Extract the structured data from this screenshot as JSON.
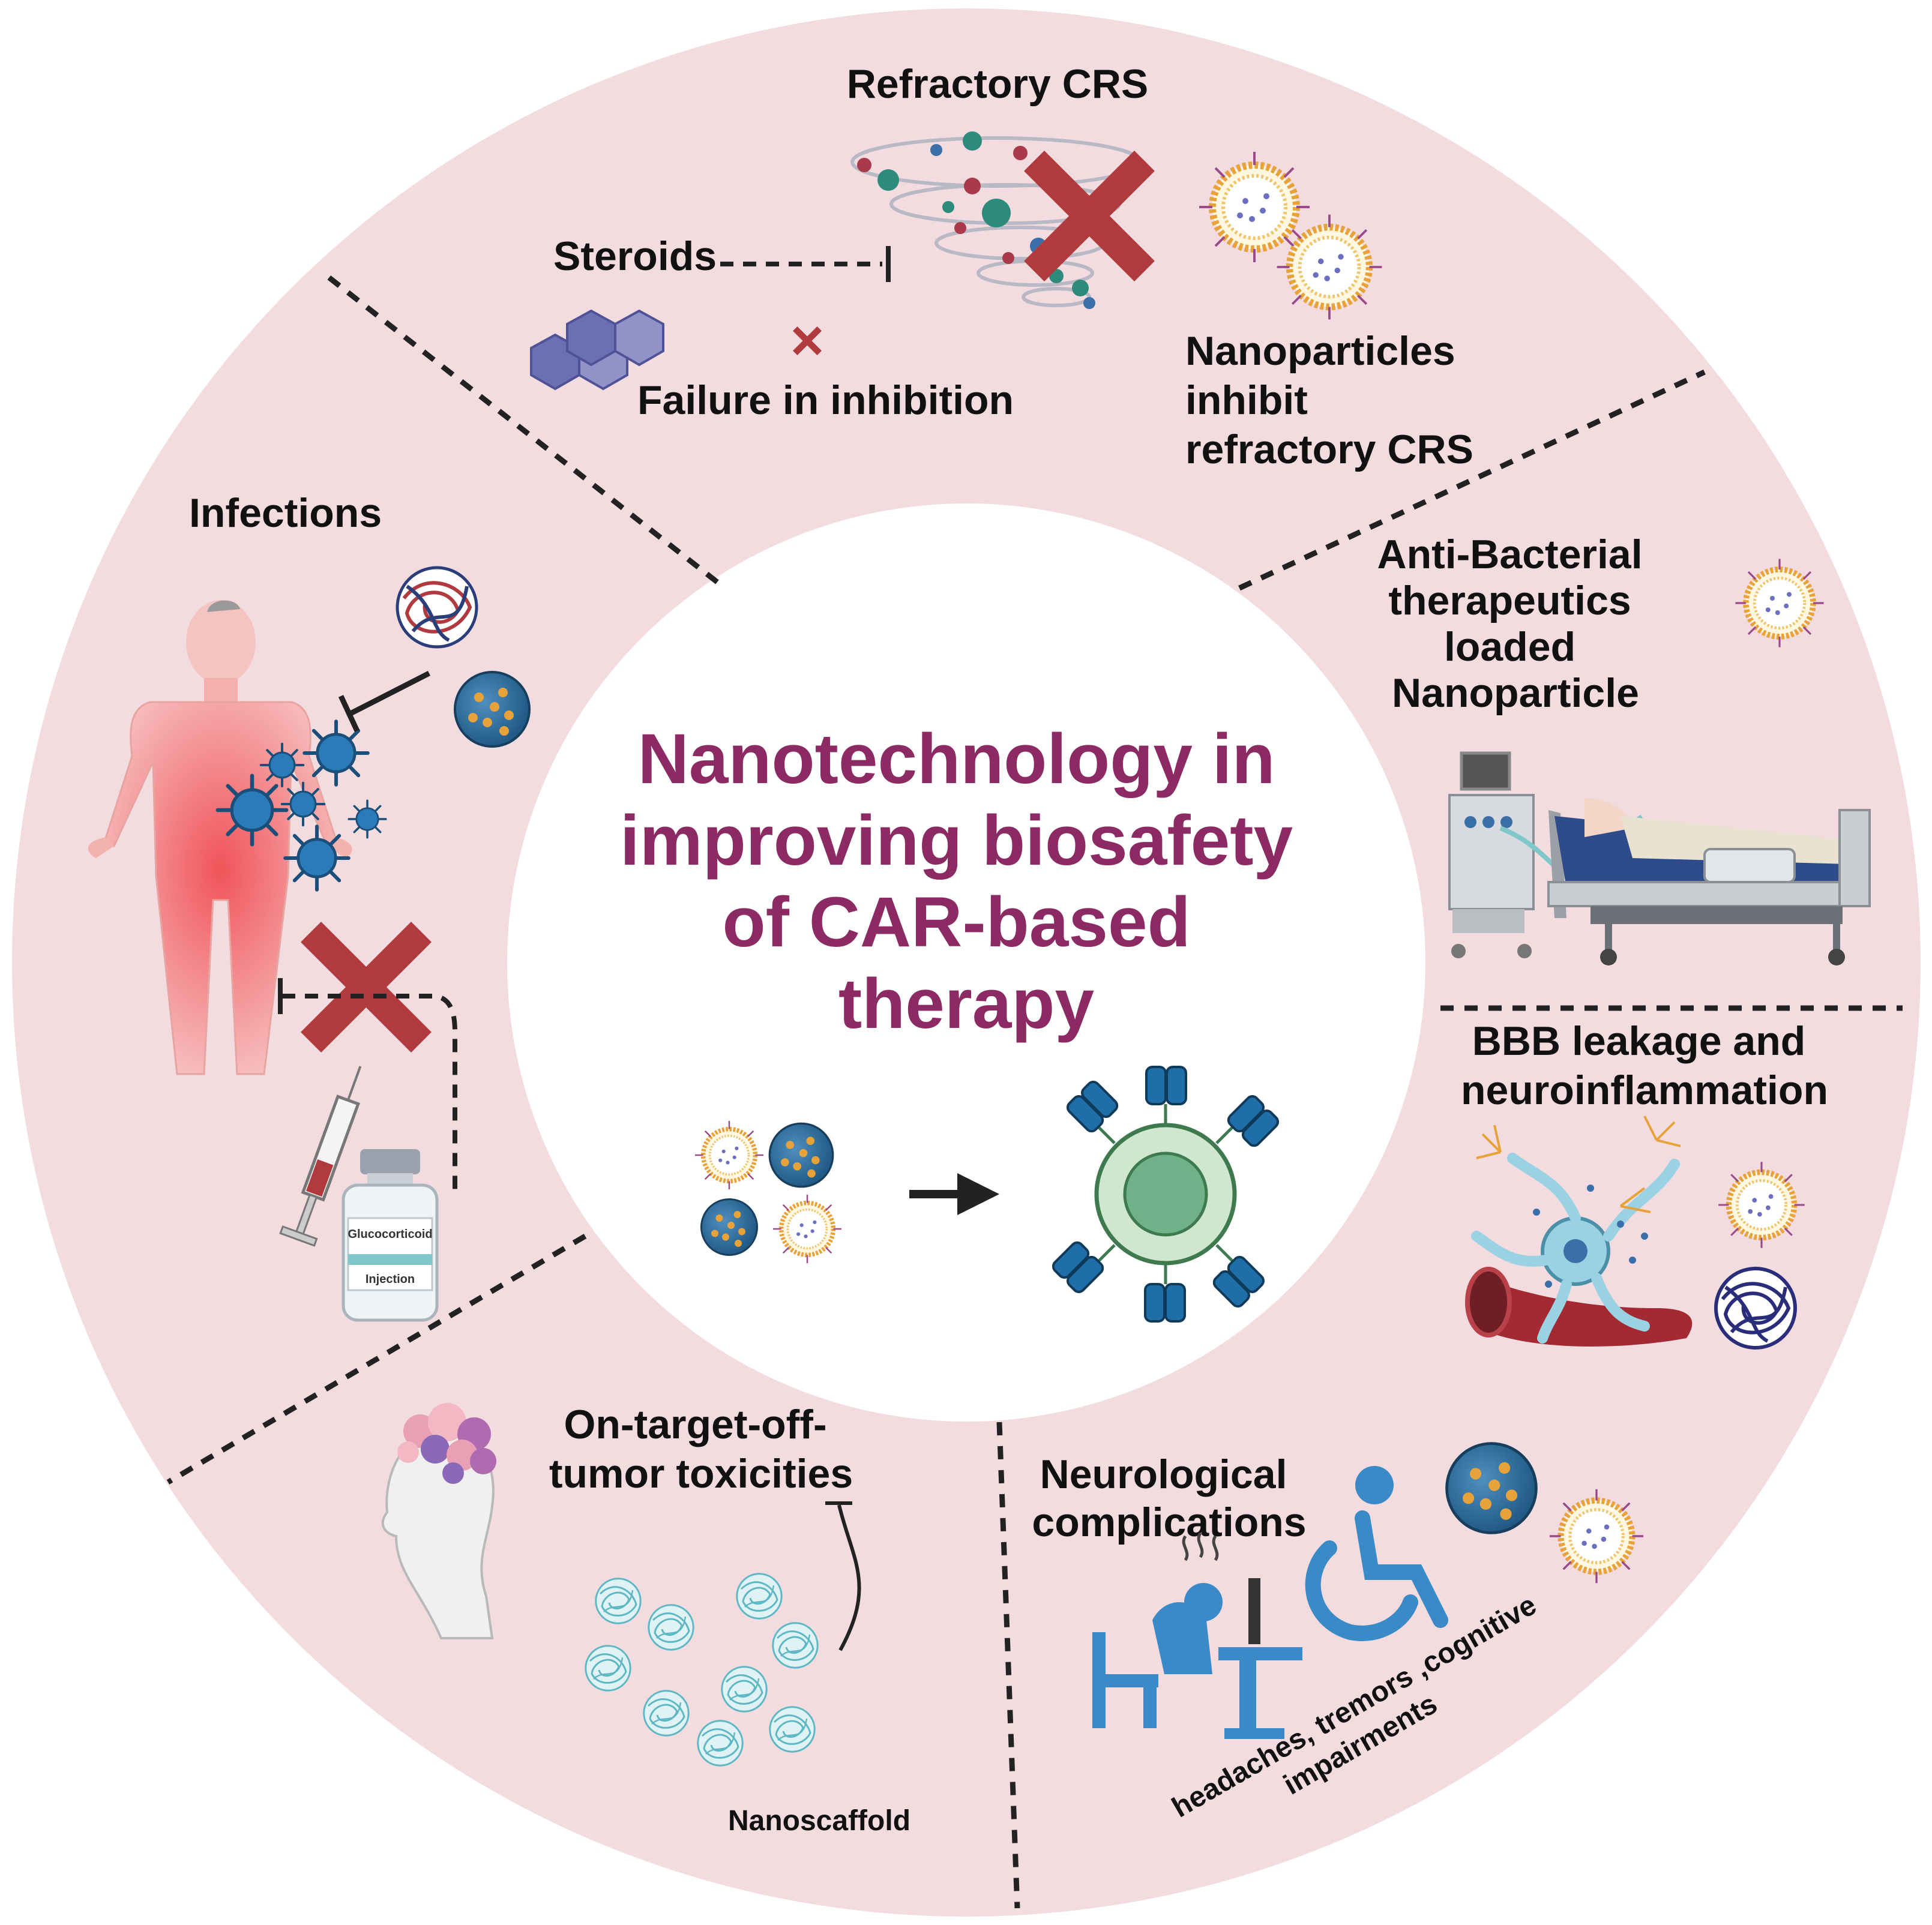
{
  "title": [
    "Nanotechnology in",
    "improving biosafety",
    "of CAR-based",
    "therapy"
  ],
  "colors": {
    "ring": "#f2dcdf",
    "title": "#8b2a63",
    "cross": "#b03a3e",
    "divider": "#222222",
    "nanoparticle_blue": "#2e6f9e",
    "nanoparticle_orange": "#e8a23a",
    "cell_green": "#7fbf8f"
  },
  "sections": {
    "refractory_crs": {
      "heading": "Refractory CRS",
      "steroids": "Steroids",
      "failure": "Failure in inhibition",
      "nanoparticles": [
        "Nanoparticles",
        "inhibit",
        "refractory CRS"
      ]
    },
    "infections": {
      "heading": "Infections",
      "vial_label": "Glucocorticoid",
      "vial_sub": "Injection"
    },
    "anti_bacterial": {
      "lines": [
        "Anti-Bacterial",
        "therapeutics",
        "loaded",
        "Nanoparticle"
      ]
    },
    "bbb": {
      "lines": [
        "BBB leakage and",
        "neuroinflammation"
      ]
    },
    "on_target": {
      "lines": [
        "On-target-off-",
        "tumor toxicities"
      ],
      "nanoscaffold": "Nanoscaffold"
    },
    "neuro": {
      "lines": [
        "Neurological",
        "complications"
      ],
      "symptoms": [
        "headaches, tremors ,cognitive",
        "impairments"
      ]
    }
  },
  "icons": [
    "steroid-molecule-icon",
    "cytokine-tornado-icon",
    "liposome-icon",
    "human-body-icon",
    "virus-icon",
    "polymer-nanoparticle-icon",
    "syringe-icon",
    "glucocorticoid-vial-icon",
    "ventilator-icon",
    "hospital-bed-icon",
    "neuron-icon",
    "blood-vessel-icon",
    "head-tumor-icon",
    "nanoscaffold-icon",
    "wheelchair-icon",
    "headache-person-icon",
    "car-t-cell-icon",
    "arrow-icon",
    "cross-icon"
  ]
}
